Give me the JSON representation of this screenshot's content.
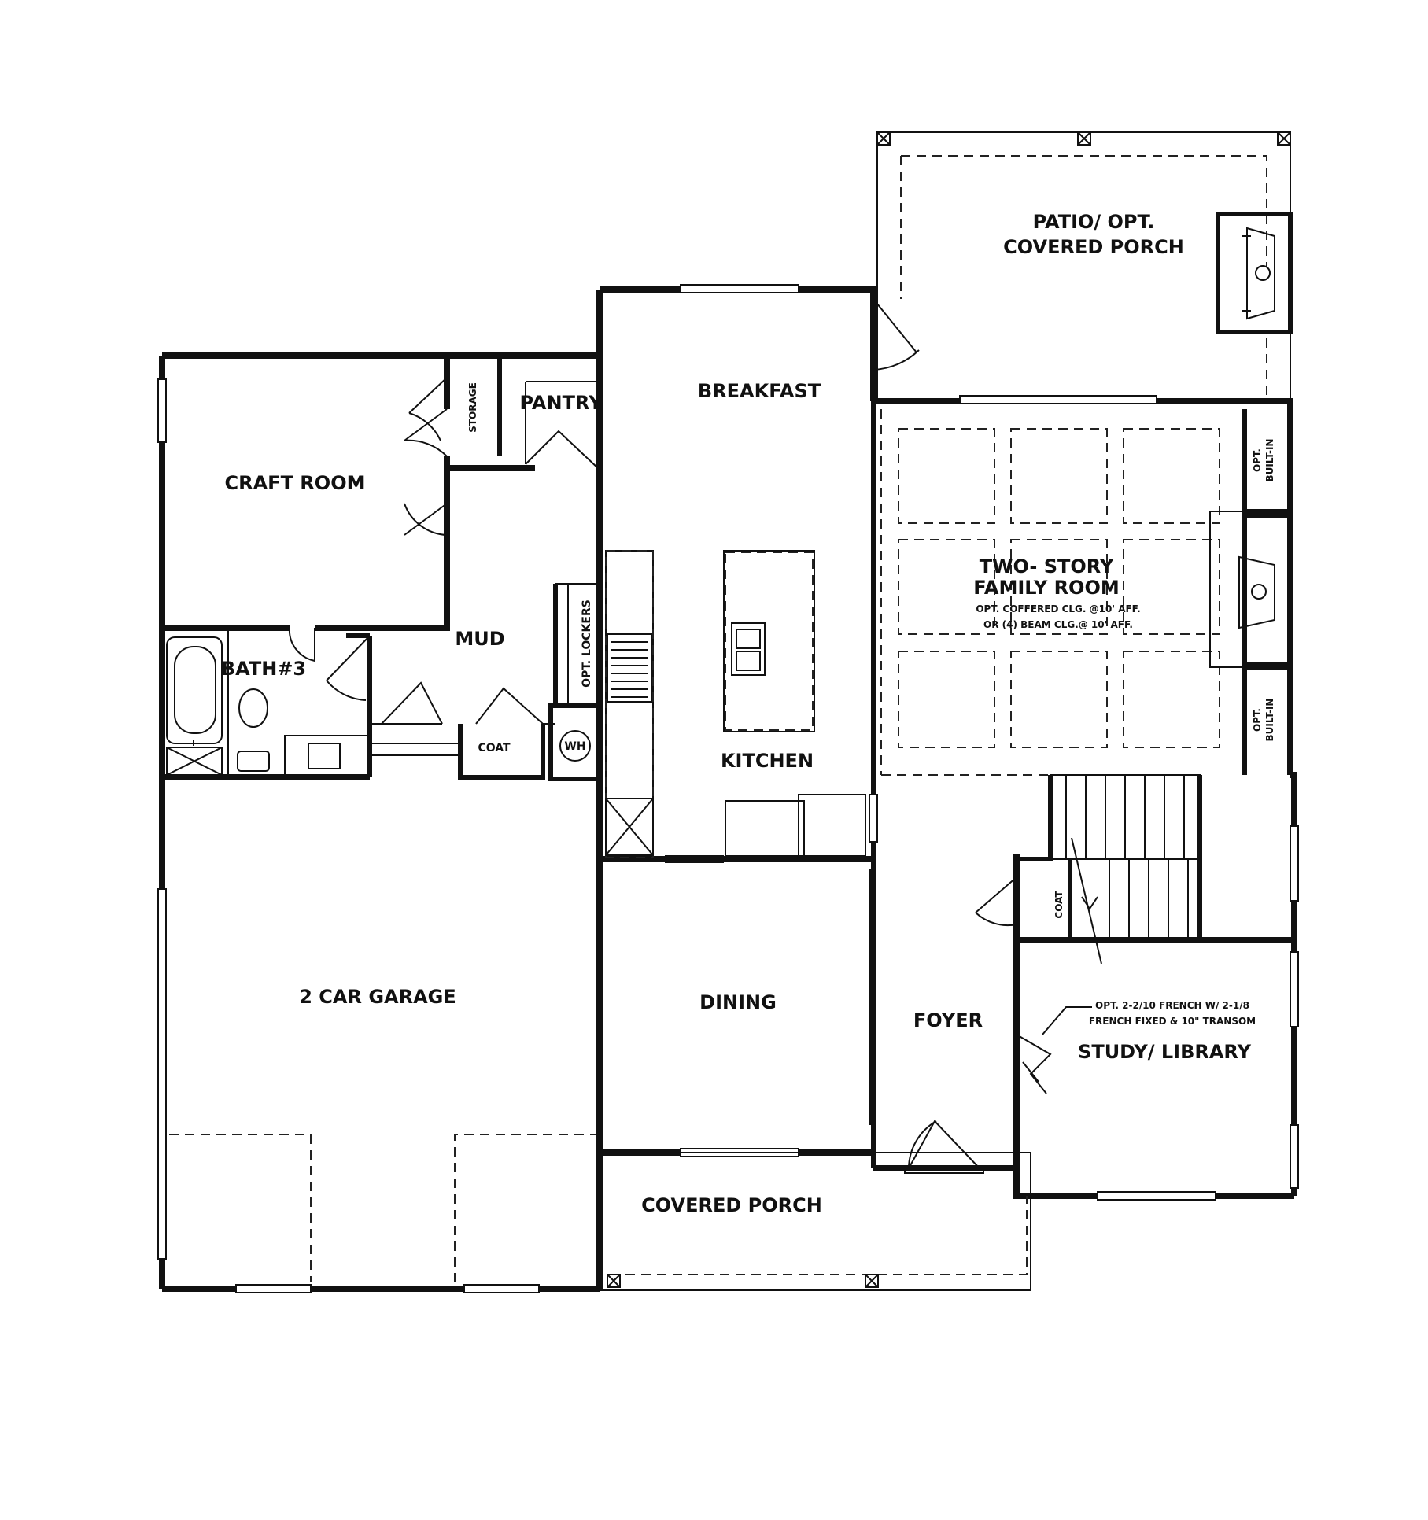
{
  "rooms": {
    "patio": {
      "line1": "PATIO/ OPT.",
      "line2": "COVERED PORCH"
    },
    "breakfast": "BREAKFAST",
    "pantry": "PANTRY",
    "storage": "STORAGE",
    "craft": "CRAFT ROOM",
    "family": {
      "line1": "TWO- STORY",
      "line2": "FAMILY ROOM",
      "note1": "OPT. COFFERED CLG. @10' AFF.",
      "note2": "OR (4) BEAM CLG.@ 10' AFF."
    },
    "builtin_top": {
      "line1": "OPT.",
      "line2": "BUILT-IN"
    },
    "builtin_bottom": {
      "line1": "OPT.",
      "line2": "BUILT-IN"
    },
    "mud": "MUD",
    "bath": "BATH#3",
    "lockers": "OPT. LOCKERS",
    "coat_mud": "COAT",
    "wh": "WH",
    "kitchen": "KITCHEN",
    "garage": "2 CAR GARAGE",
    "dining": "DINING",
    "foyer": "FOYER",
    "coat_foyer": "COAT",
    "study_note": {
      "line1": "OPT. 2-2/10 FRENCH W/ 2-1/8",
      "line2": "FRENCH FIXED & 10\" TRANSOM"
    },
    "study": "STUDY/ LIBRARY",
    "porch": "COVERED PORCH"
  }
}
